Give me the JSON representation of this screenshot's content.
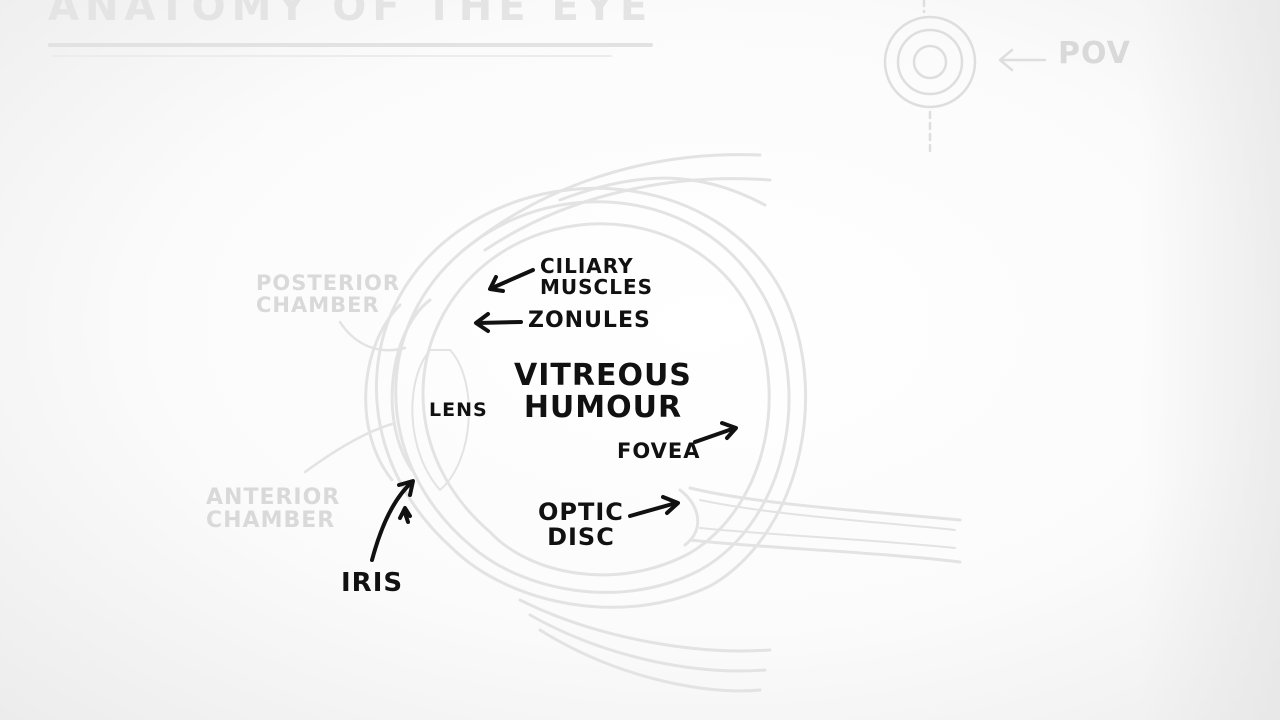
{
  "title": "ANATOMY OF THE EYE",
  "labels": {
    "pov": "POV",
    "posterior_chamber_1": "POSTERIOR",
    "posterior_chamber_2": "CHAMBER",
    "anterior_chamber_1": "ANTERIOR",
    "anterior_chamber_2": "CHAMBER",
    "ciliary_1": "CILIARY",
    "ciliary_2": "MUSCLES",
    "zonules": "ZONULES",
    "vitreous_1": "VITREOUS",
    "vitreous_2": "HUMOUR",
    "lens": "LENS",
    "fovea": "FOVEA",
    "optic_1": "OPTIC",
    "optic_2": "DISC",
    "iris": "IRIS"
  },
  "colors": {
    "ink": "#111111",
    "faint_ink": "#d9d9d9",
    "sketch_line": "#e3e3e3",
    "background": "#ffffff"
  },
  "icons": [
    "eye-front-view-icon",
    "arrow-left-icon",
    "arrow-right-icon",
    "curved-arrow-icon"
  ]
}
